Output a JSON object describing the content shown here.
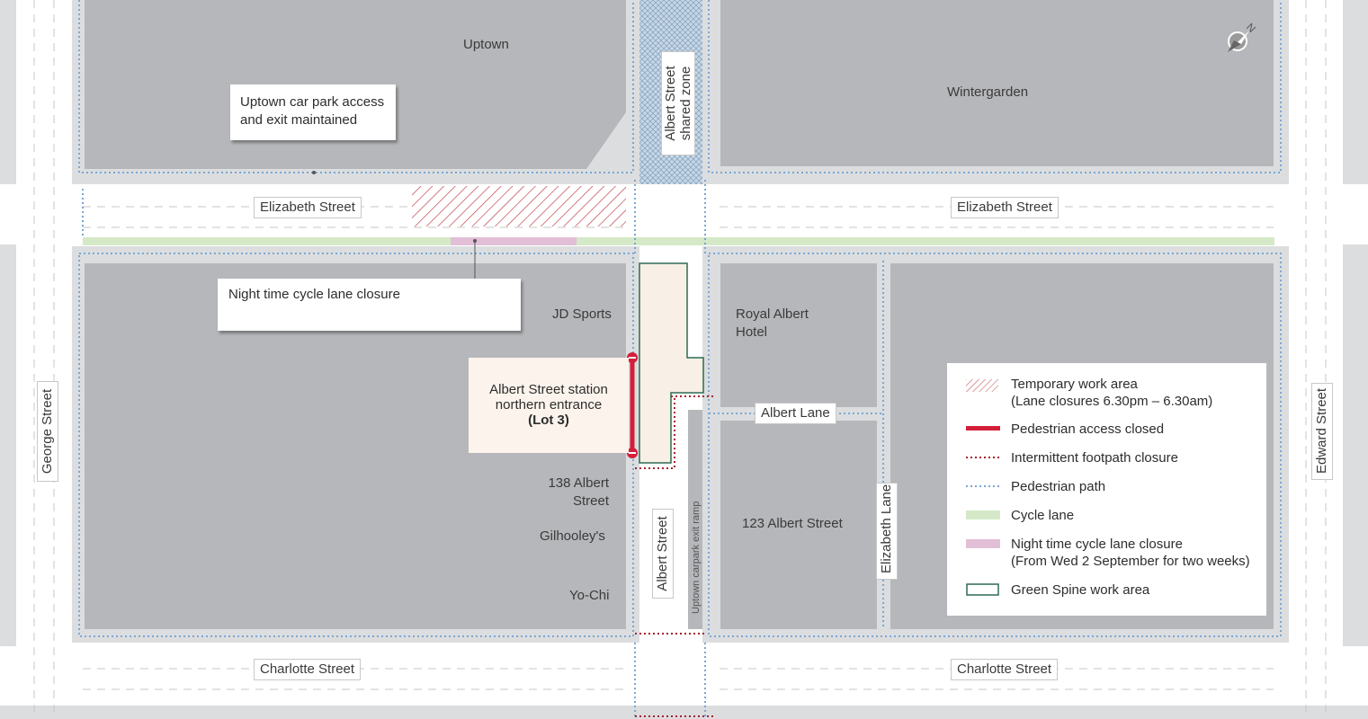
{
  "compass": {
    "label": "N"
  },
  "buildings": {
    "uptown": "Uptown",
    "wintergarden": "Wintergarden",
    "jd_sports": "JD Sports",
    "royal_albert_hotel": "Royal Albert Hotel",
    "royal_albert_line1": "Royal Albert",
    "royal_albert_line2": "Hotel",
    "albert_138_line1": "138 Albert",
    "albert_138_line2": "Street",
    "gilhooleys": "Gilhooley's",
    "yochi": "Yo-Chi",
    "albert_123": "123 Albert Street"
  },
  "streets": {
    "elizabeth_street": "Elizabeth Street",
    "charlotte_street": "Charlotte Street",
    "george_street": "George Street",
    "edward_street": "Edward Street",
    "albert_street": "Albert Street",
    "albert_lane": "Albert Lane",
    "elizabeth_lane": "Elizabeth Lane",
    "shared_zone_line1": "Albert Street",
    "shared_zone_line2": "shared zone",
    "exit_ramp": "Uptown carpark exit ramp"
  },
  "callouts": {
    "carpark_line1": "Uptown car park access",
    "carpark_line2": "and exit maintained",
    "night_cycle": "Night time cycle lane closure"
  },
  "station": {
    "line1": "Albert Street station",
    "line2": "northern entrance",
    "line3": "(Lot 3)"
  },
  "legend": {
    "items": [
      {
        "label": "Temporary work area",
        "sub": "(Lane closures 6.30pm – 6.30am)",
        "symbol": "hatch-red"
      },
      {
        "label": "Pedestrian access closed",
        "symbol": "solid-red"
      },
      {
        "label": "Intermittent footpath closure",
        "symbol": "dotted-red"
      },
      {
        "label": "Pedestrian path",
        "symbol": "dotted-blue"
      },
      {
        "label": "Cycle lane",
        "symbol": "green-band"
      },
      {
        "label": "Night time cycle lane closure",
        "sub": "(From Wed 2 September for two weeks)",
        "symbol": "pink-band"
      },
      {
        "label": "Green Spine work area",
        "symbol": "green-outline"
      }
    ]
  },
  "colors": {
    "block": "#b6b7ba",
    "footpath": "#dcdddf",
    "road": "#ffffff",
    "cycle_lane": "#d5e9c8",
    "night_closure": "#e2bfd7",
    "pedestrian_closed": "#d31f3a",
    "intermittent": "#a4212f",
    "pedestrian_path": "#79a7d3",
    "green_spine": "#2d6b52",
    "hatch": "#c0444c"
  }
}
